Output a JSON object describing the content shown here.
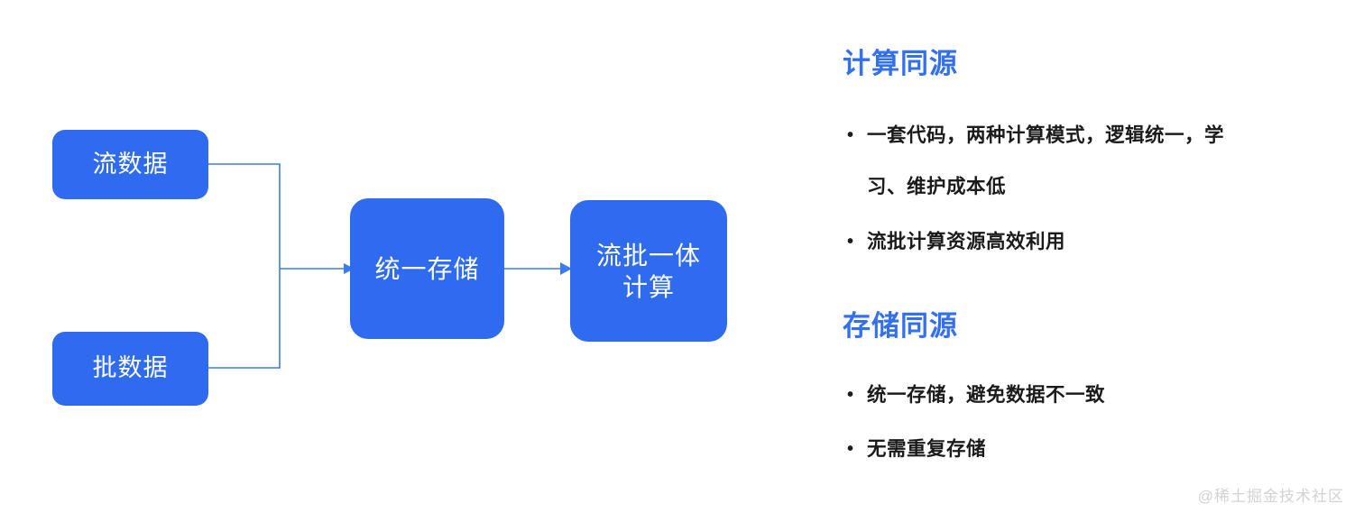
{
  "diagram": {
    "accent_color": "#2f6bee",
    "connector_color": "#3a7bf0",
    "nodes": [
      {
        "id": "stream-data",
        "label": "流数据"
      },
      {
        "id": "batch-data",
        "label": "批数据"
      },
      {
        "id": "unified-storage",
        "label": "统一存储"
      },
      {
        "id": "stream-batch-compute",
        "label": "流批一体\n计算"
      }
    ],
    "edges": [
      {
        "from": "stream-data",
        "to": "unified-storage",
        "type": "elbow"
      },
      {
        "from": "batch-data",
        "to": "unified-storage",
        "type": "elbow"
      },
      {
        "from": "unified-storage",
        "to": "stream-batch-compute",
        "type": "straight-arrow"
      }
    ]
  },
  "text_panel": {
    "heading_color": "#3370ef",
    "sections": [
      {
        "heading": "计算同源",
        "bullets": [
          "一套代码，两种计算模式，逻辑统一，学\n习、维护成本低",
          "流批计算资源高效利用"
        ]
      },
      {
        "heading": "存储同源",
        "bullets": [
          "统一存储，避免数据不一致",
          "无需重复存储"
        ]
      }
    ],
    "bullet_marker": "•"
  },
  "watermark": {
    "text": "@稀土掘金技术社区"
  }
}
